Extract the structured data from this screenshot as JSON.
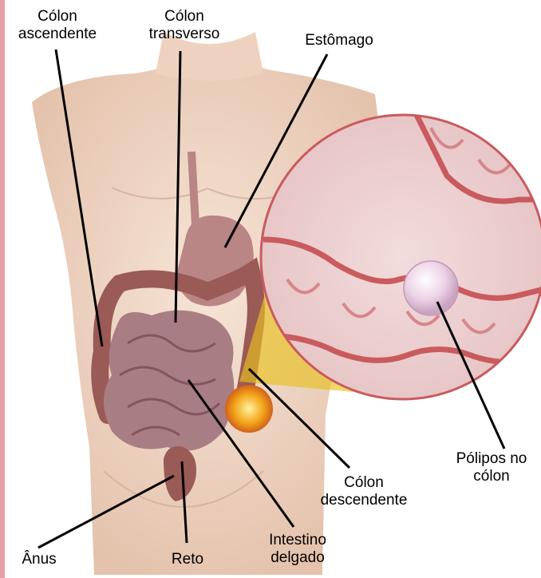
{
  "labels": {
    "colon_ascendente": [
      "Cólon",
      "ascendente"
    ],
    "colon_transverso": [
      "Cólon",
      "transverso"
    ],
    "estomago": [
      "Estômago"
    ],
    "polipos": [
      "Pólipos no",
      "cólon"
    ],
    "colon_descendente": [
      "Cólon",
      "descendente"
    ],
    "intestino_delgado": [
      "Intestino",
      "delgado"
    ],
    "reto": [
      "Reto"
    ],
    "anus": [
      "Ânus"
    ]
  },
  "colors": {
    "skin": "#f1d9c8",
    "skin_shade": "#e2bfa8",
    "intestine": "#a87e84",
    "colon": "#9a5a55",
    "stomach": "#b98585",
    "polyp": "#efdcec",
    "lens_wall": "#c95a5e",
    "highlight_beam": "#e8c020",
    "leader_line": "#000000"
  }
}
